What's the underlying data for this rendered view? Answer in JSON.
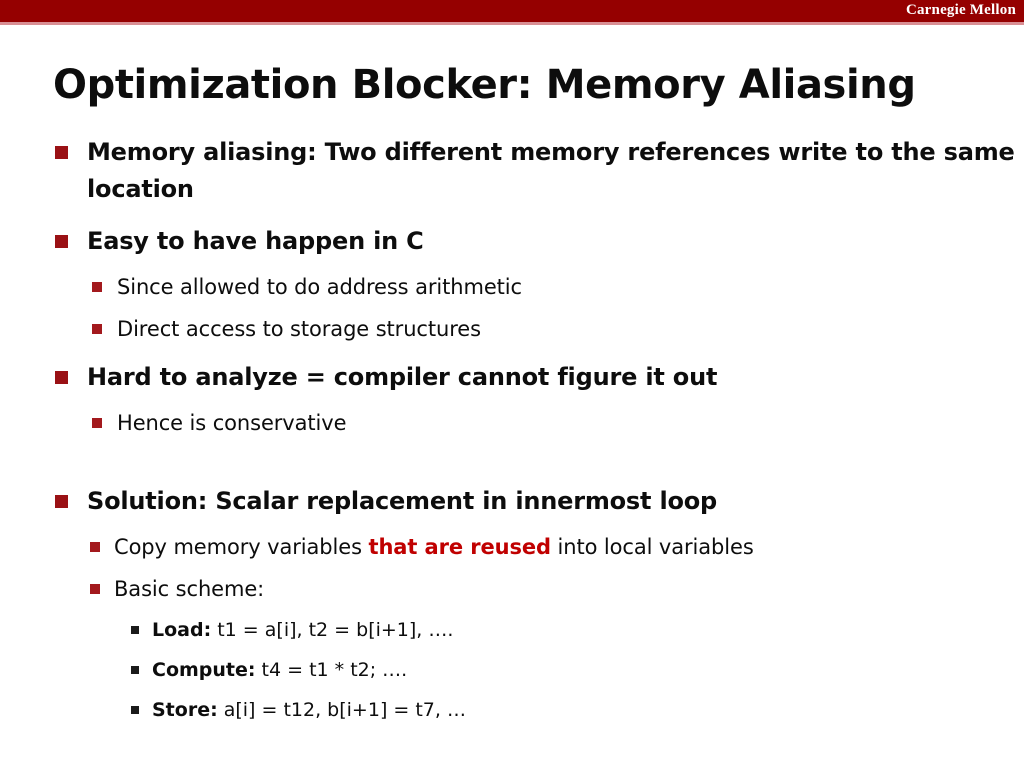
{
  "header": {
    "brand": "Carnegie Mellon",
    "band_color": "#950000",
    "rule_color": "#d98f94"
  },
  "title": "Optimization Blocker: Memory Aliasing",
  "colors": {
    "bullet_level1": "#9a1115",
    "bullet_level2": "#a3191d",
    "bullet_level3": "#1a1a1a",
    "emphasis_red": "#c00000",
    "text": "#0d0d0d"
  },
  "content": {
    "b1": "Memory aliasing: Two different memory references write to the same location",
    "b2": "Easy to have happen in C",
    "b2s1": "Since allowed to do address arithmetic",
    "b2s2": "Direct access to storage structures",
    "b3": "Hard to analyze = compiler cannot figure it out",
    "b3s1": "Hence is conservative",
    "b4": "Solution: Scalar replacement in innermost loop",
    "b4s1_pre": "Copy memory variables ",
    "b4s1_emph": "that are reused",
    "b4s1_post": " into local variables",
    "b4s2": "Basic scheme:",
    "load_label": "Load:",
    "load_code": " t1 = a[i], t2 = b[i+1], ….",
    "compute_label": "Compute:",
    "compute_code": " t4 = t1 * t2; ….",
    "store_label": "Store:",
    "store_code": " a[i] = t12, b[i+1] = t7, …"
  }
}
